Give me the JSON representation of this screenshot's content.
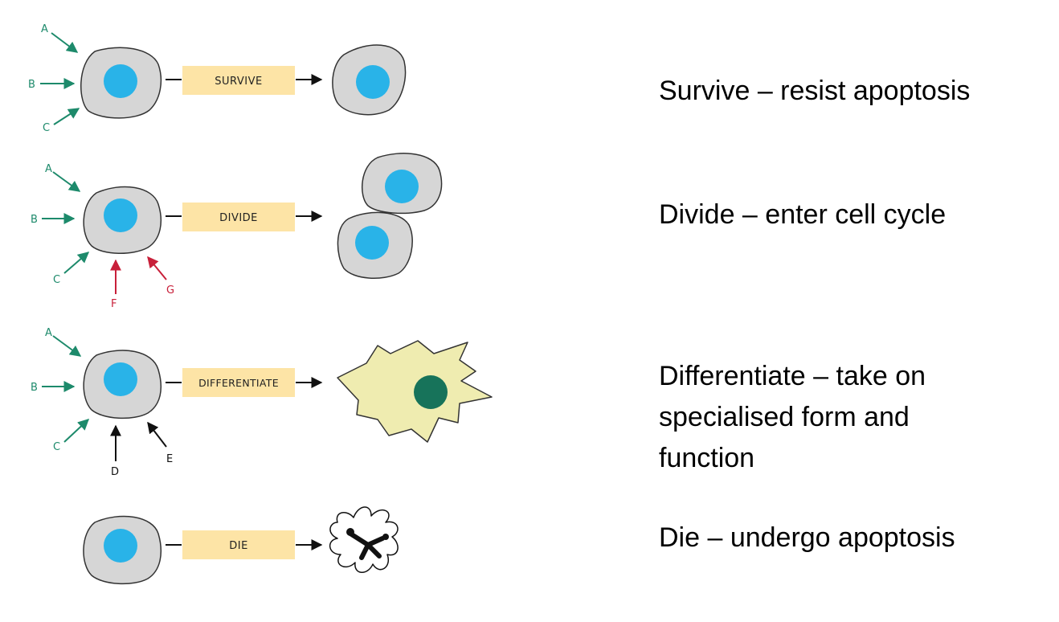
{
  "colors": {
    "signal_green": "#1d8a6b",
    "signal_red": "#c8203a",
    "signal_black": "#111111",
    "cell_body": "#d6d6d6",
    "nucleus": "#29b3e8",
    "label_box": "#fde4a6",
    "differentiated_cell": "#efecb0",
    "differentiated_nucleus": "#17735a"
  },
  "rows": [
    {
      "box_label": "SURVIVE",
      "outcome": "survive",
      "signals": [
        {
          "letter": "A",
          "color": "green"
        },
        {
          "letter": "B",
          "color": "green"
        },
        {
          "letter": "C",
          "color": "green"
        }
      ],
      "description": "Survive – resist apoptosis"
    },
    {
      "box_label": "DIVIDE",
      "outcome": "divide",
      "signals": [
        {
          "letter": "A",
          "color": "green"
        },
        {
          "letter": "B",
          "color": "green"
        },
        {
          "letter": "C",
          "color": "green"
        },
        {
          "letter": "F",
          "color": "red"
        },
        {
          "letter": "G",
          "color": "red"
        }
      ],
      "description": "Divide – enter cell cycle"
    },
    {
      "box_label": "DIFFERENTIATE",
      "outcome": "differentiate",
      "signals": [
        {
          "letter": "A",
          "color": "green"
        },
        {
          "letter": "B",
          "color": "green"
        },
        {
          "letter": "C",
          "color": "green"
        },
        {
          "letter": "D",
          "color": "black"
        },
        {
          "letter": "E",
          "color": "black"
        }
      ],
      "description": "Differentiate – take on specialised form and function"
    },
    {
      "box_label": "DIE",
      "outcome": "die",
      "signals": [],
      "description": "Die – undergo apoptosis"
    }
  ]
}
